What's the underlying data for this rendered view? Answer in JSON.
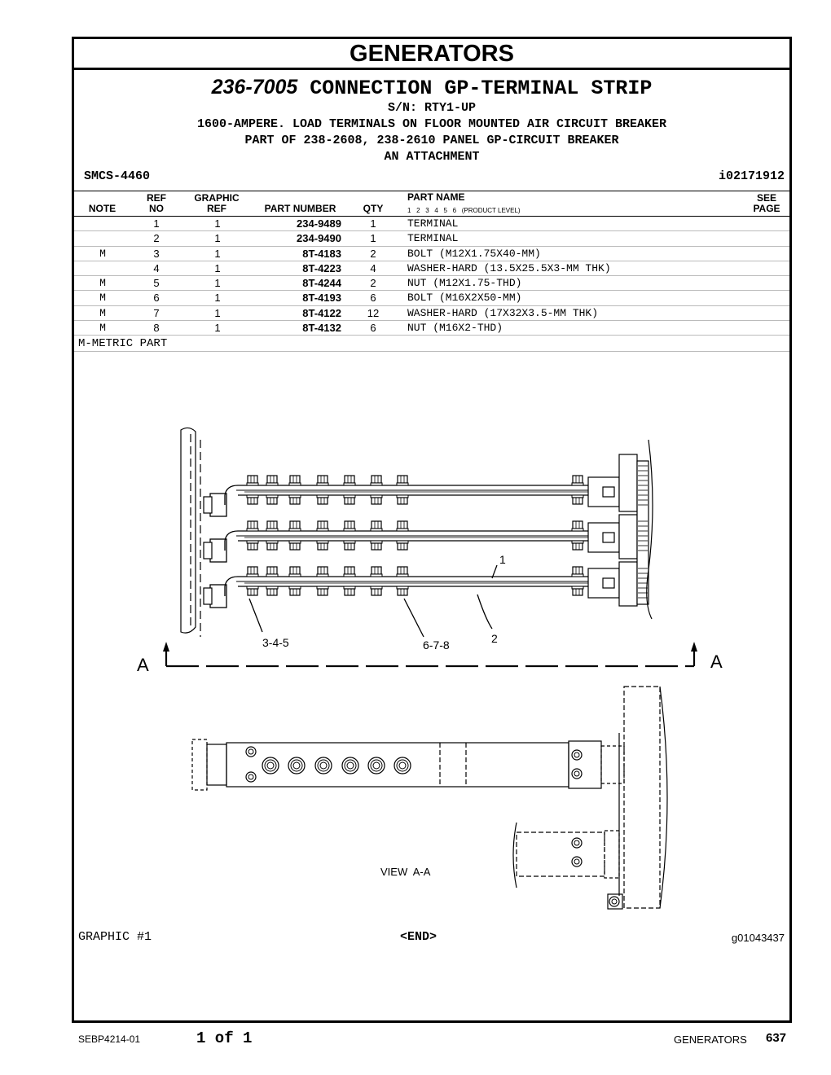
{
  "page_title": "GENERATORS",
  "group": {
    "number": "236-7005",
    "name": "CONNECTION GP-TERMINAL STRIP",
    "serial": "S/N: RTY1-UP",
    "desc1": "1600-AMPERE. LOAD TERMINALS ON FLOOR MOUNTED AIR CIRCUIT BREAKER",
    "desc2": "PART OF 238-2608, 238-2610 PANEL GP-CIRCUIT BREAKER",
    "desc3": "AN ATTACHMENT"
  },
  "smcs": "SMCS-4460",
  "info_ref": "i02171912",
  "table": {
    "headers": {
      "note": "NOTE",
      "ref_top": "REF",
      "ref_bottom": "NO",
      "graphic_top": "GRAPHIC",
      "graphic_bottom": "REF",
      "part_number": "PART NUMBER",
      "qty": "QTY",
      "part_name": "PART NAME",
      "levels": "1   2   3   4   5   6   (PRODUCT LEVEL)",
      "see_top": "SEE",
      "see_bottom": "PAGE"
    },
    "rows": [
      {
        "note": "",
        "ref": "1",
        "graphic": "1",
        "part_number": "234-9489",
        "qty": "1",
        "name": "TERMINAL"
      },
      {
        "note": "",
        "ref": "2",
        "graphic": "1",
        "part_number": "234-9490",
        "qty": "1",
        "name": "TERMINAL"
      },
      {
        "note": "M",
        "ref": "3",
        "graphic": "1",
        "part_number": "8T-4183",
        "qty": "2",
        "name": "BOLT (M12X1.75X40-MM)"
      },
      {
        "note": "",
        "ref": "4",
        "graphic": "1",
        "part_number": "8T-4223",
        "qty": "4",
        "name": "WASHER-HARD (13.5X25.5X3-MM THK)"
      },
      {
        "note": "M",
        "ref": "5",
        "graphic": "1",
        "part_number": "8T-4244",
        "qty": "2",
        "name": "NUT (M12X1.75-THD)"
      },
      {
        "note": "M",
        "ref": "6",
        "graphic": "1",
        "part_number": "8T-4193",
        "qty": "6",
        "name": "BOLT (M16X2X50-MM)"
      },
      {
        "note": "M",
        "ref": "7",
        "graphic": "1",
        "part_number": "8T-4122",
        "qty": "12",
        "name": "WASHER-HARD (17X32X3.5-MM THK)"
      },
      {
        "note": "M",
        "ref": "8",
        "graphic": "1",
        "part_number": "8T-4132",
        "qty": "6",
        "name": "NUT (M16X2-THD)"
      }
    ],
    "footnote": "M-METRIC PART"
  },
  "illustration": {
    "callout_1": "1",
    "callout_2": "2",
    "callout_345": "3-4-5",
    "callout_678": "6-7-8",
    "section_left": "A",
    "section_right": "A",
    "view_label": "VIEW  A-A"
  },
  "graphic_label": "GRAPHIC #1",
  "end_label": "<END>",
  "graphic_ref": "g01043437",
  "footer": {
    "doc": "SEBP4214-01",
    "pages": "1 of 1",
    "section": "GENERATORS",
    "page_number": "637"
  }
}
